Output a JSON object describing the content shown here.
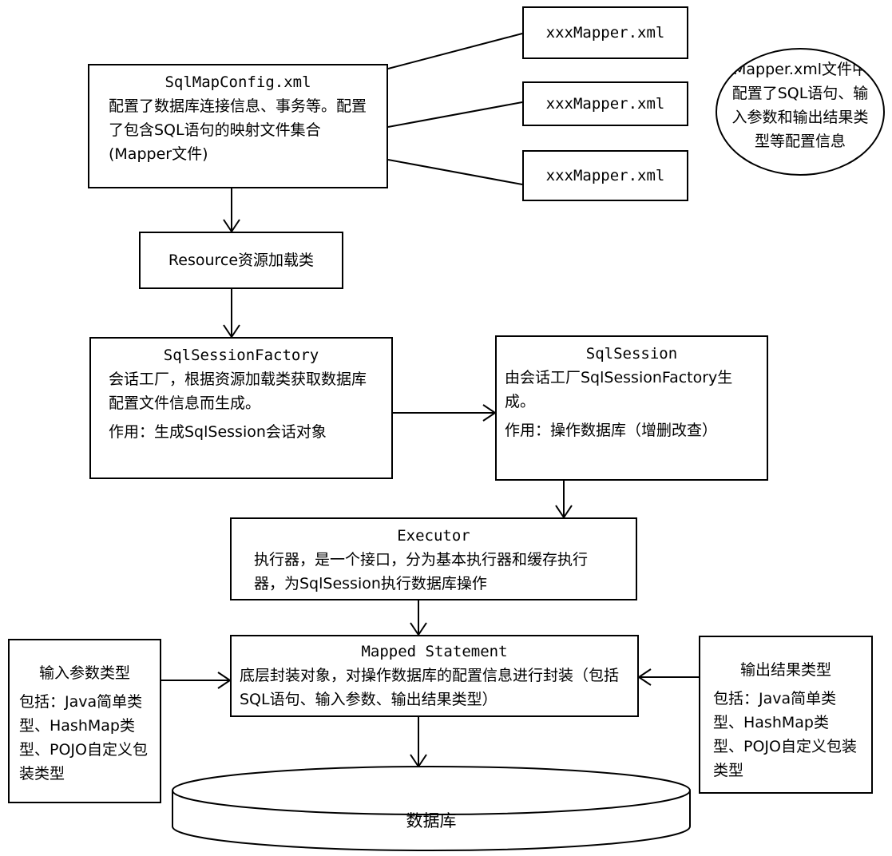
{
  "config": {
    "title": "SqlMapConfig.xml",
    "description": "配置了数据库连接信息、事务等。配置了包含SQL语句的映射文件集合(Mapper文件)"
  },
  "mappers": [
    {
      "label": "xxxMapper.xml"
    },
    {
      "label": "xxxMapper.xml"
    },
    {
      "label": "xxxMapper.xml"
    }
  ],
  "mapper_note": "Mapper.xml文件中配置了SQL语句、输入参数和输出结果类型等配置信息",
  "resource": {
    "label": "Resource资源加载类"
  },
  "factory": {
    "title": "SqlSessionFactory",
    "description": "会话工厂，根据资源加载类获取数据库配置文件信息而生成。",
    "role": "作用：生成SqlSession会话对象"
  },
  "session": {
    "title": "SqlSession",
    "description": "由会话工厂SqlSessionFactory生成。",
    "role": "作用：操作数据库（增删改查）"
  },
  "executor": {
    "title": "Executor",
    "description": "执行器，是一个接口，分为基本执行器和缓存执行器，为SqlSession执行数据库操作"
  },
  "mapped_statement": {
    "title": "Mapped Statement",
    "description": "底层封装对象，对操作数据库的配置信息进行封装（包括SQL语句、输入参数、输出结果类型）"
  },
  "input_types": {
    "title": "输入参数类型",
    "description": "包括：Java简单类型、HashMap类型、POJO自定义包装类型"
  },
  "output_types": {
    "title": "输出结果类型",
    "description": "包括：Java简单类型、HashMap类型、POJO自定义包装类型"
  },
  "database": {
    "label": "数据库"
  }
}
